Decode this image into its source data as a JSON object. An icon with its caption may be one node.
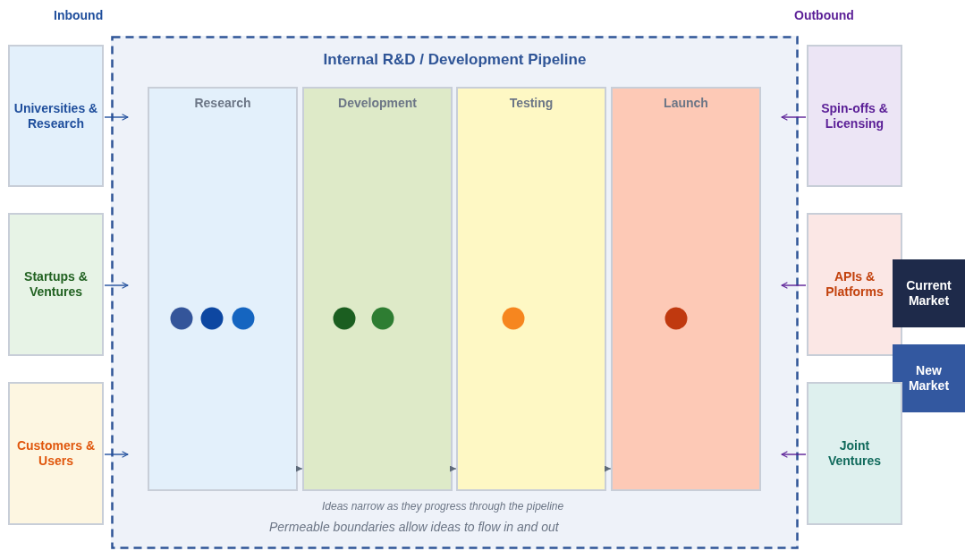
{
  "diagram": {
    "nodes": [
      {
        "text": [
          "Universities & Research"
        ]
      },
      {
        "text": [
          "Startups & Ventures"
        ]
      },
      {
        "text": [
          "Customers & Users"
        ]
      },
      {
        "text": [
          "Internal R&D / Development Pipeline"
        ]
      },
      {
        "text": [
          "Research"
        ],
        "in": 3
      },
      {
        "text": [
          "Development"
        ],
        "in": 3
      },
      {
        "text": [
          "Testing"
        ],
        "in": 3
      },
      {
        "text": [
          "Launch"
        ],
        "in": 3
      },
      {
        "text": [
          "Spin-offs & Licensing"
        ]
      },
      {
        "text": [
          "APIs & Platforms"
        ]
      },
      {
        "text": [
          "Current Market"
        ]
      },
      {
        "text": [
          "New Market"
        ]
      },
      {
        "text": [
          "Joint Ventures"
        ]
      }
    ],
    "edges": [
      {
        "from": 0,
        "to": 3,
        "arrow": "to",
        "color": "#1f4e9c"
      },
      {
        "from": 1,
        "to": 3,
        "arrow": "to",
        "color": "#1f4e9c"
      },
      {
        "from": 2,
        "to": 3,
        "arrow": "to",
        "color": "#1f4e9c"
      },
      {
        "from": 4,
        "to": 5,
        "arrow": "to",
        "color": "#5f6b7a"
      },
      {
        "from": 5,
        "to": 6,
        "arrow": "to",
        "color": "#5f6b7a"
      },
      {
        "from": 6,
        "to": 7,
        "arrow": "to",
        "color": "#5f6b7a"
      },
      {
        "from": 8,
        "to": 3,
        "arrow": "to",
        "color": "#5a1e96"
      },
      {
        "from": 9,
        "to": 3,
        "arrow": "to",
        "color": "#5a1e96"
      },
      {
        "from": 12,
        "to": 3,
        "arrow": "to",
        "color": "#5a1e96"
      }
    ],
    "labels": [
      "Inbound",
      "Outbound",
      "Ideas narrow as they progress through the pipeline",
      "Permeable boundaries allow ideas to flow in and out"
    ]
  }
}
